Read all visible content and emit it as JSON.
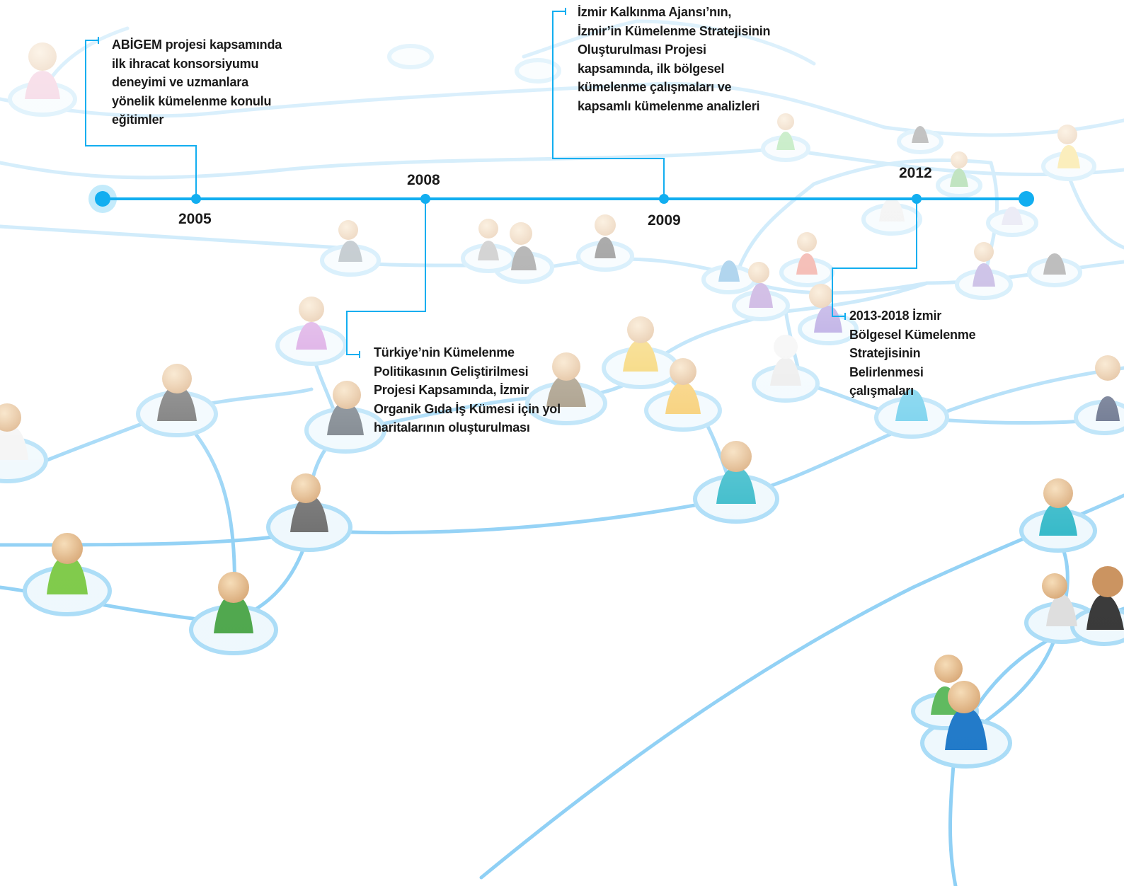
{
  "colors": {
    "timeline": "#12aef0",
    "text": "#1a1a1a",
    "network_line": "#8fd0f5",
    "node_ring": "#a9dcf7"
  },
  "years": {
    "y2005": "2005",
    "y2008": "2008",
    "y2009": "2009",
    "y2012": "2012"
  },
  "events": {
    "abigem": {
      "lines": [
        "ABİGEM projesi kapsamında",
        "ilk ihracat konsorsiyumu",
        "deneyimi ve uzmanlara",
        "yönelik kümelenme konulu",
        "eğitimler"
      ]
    },
    "turkiye": {
      "lines": [
        "Türkiye’nin Kümelenme",
        "Politikasının Geliştirilmesi",
        "Projesi Kapsamında, İzmir",
        "Organik Gıda İş Kümesi için yol",
        "haritalarının oluşturulması"
      ]
    },
    "izka": {
      "lines": [
        "İzmir Kalkınma Ajansı’nın,",
        "İzmir’in Kümelenme Stratejisinin",
        "Oluşturulması Projesi",
        "kapsamında, ilk bölgesel",
        "kümelenme çalışmaları ve",
        "kapsamlı kümelenme analizleri"
      ]
    },
    "strategy": {
      "lines": [
        "2013-2018 İzmir",
        "Bölgesel Kümelenme",
        "Stratejisinin",
        "Belirlenmesi",
        "çalışmaları"
      ]
    }
  }
}
